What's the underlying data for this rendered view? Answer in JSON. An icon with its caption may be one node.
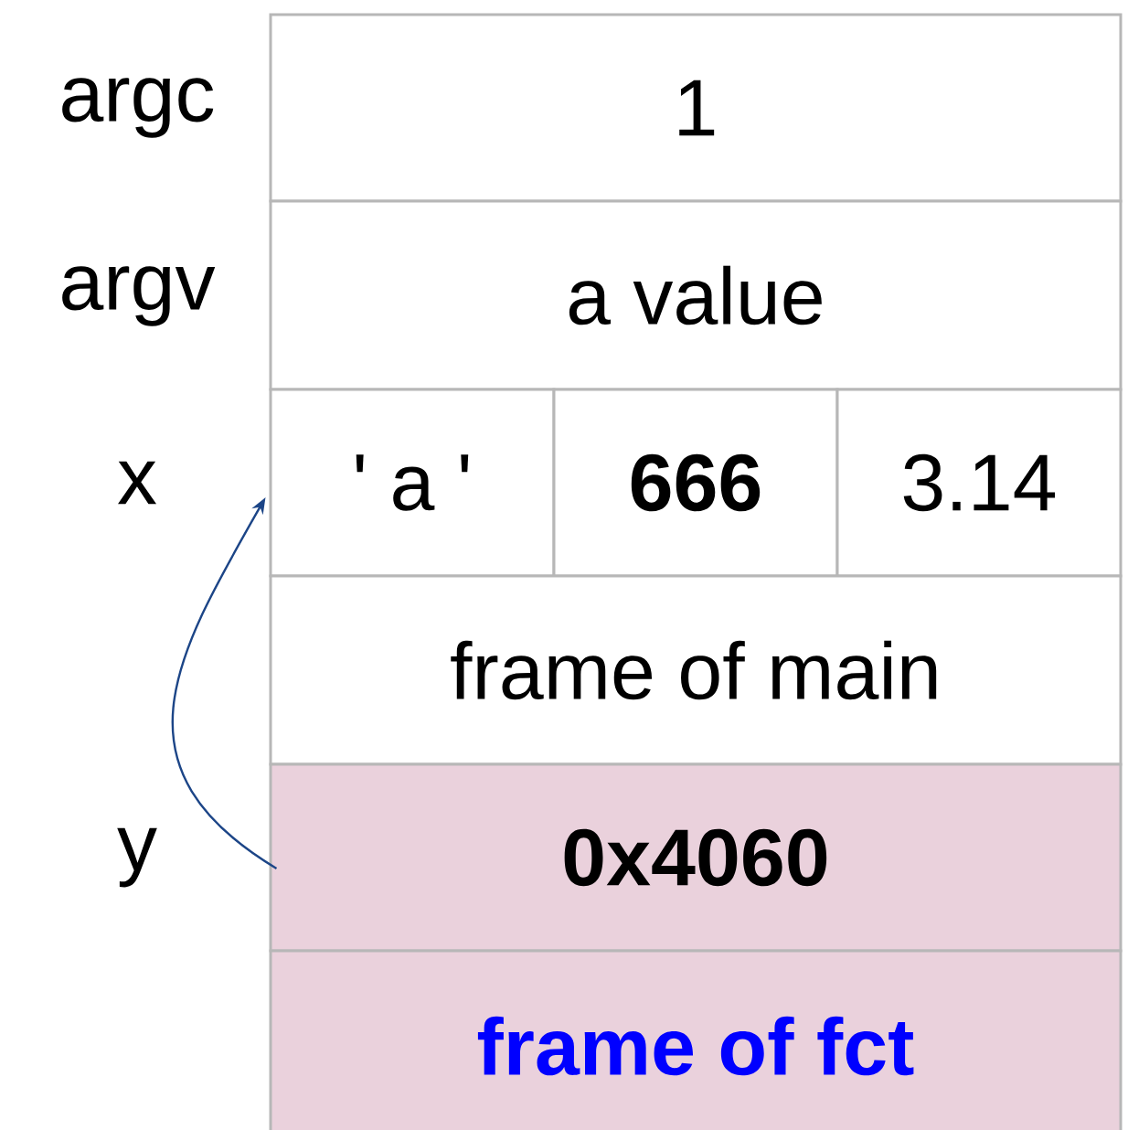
{
  "diagram": {
    "nodes": [
      {
        "text": [
          "1"
        ]
      },
      {
        "text": [
          "a value"
        ]
      },
      {
        "text": [
          "' a '"
        ]
      },
      {
        "text": [
          "666"
        ]
      },
      {
        "text": [
          "3.14"
        ]
      },
      {
        "text": [
          "frame of main"
        ]
      },
      {
        "text": [
          "0x4060"
        ]
      },
      {
        "text": [
          "frame of fct"
        ]
      }
    ],
    "edges": [
      {
        "from": 6,
        "to": 2,
        "arrow": "to",
        "color": "#1c4587"
      }
    ],
    "labels": [
      "argc",
      "argv",
      "x",
      "y"
    ]
  }
}
